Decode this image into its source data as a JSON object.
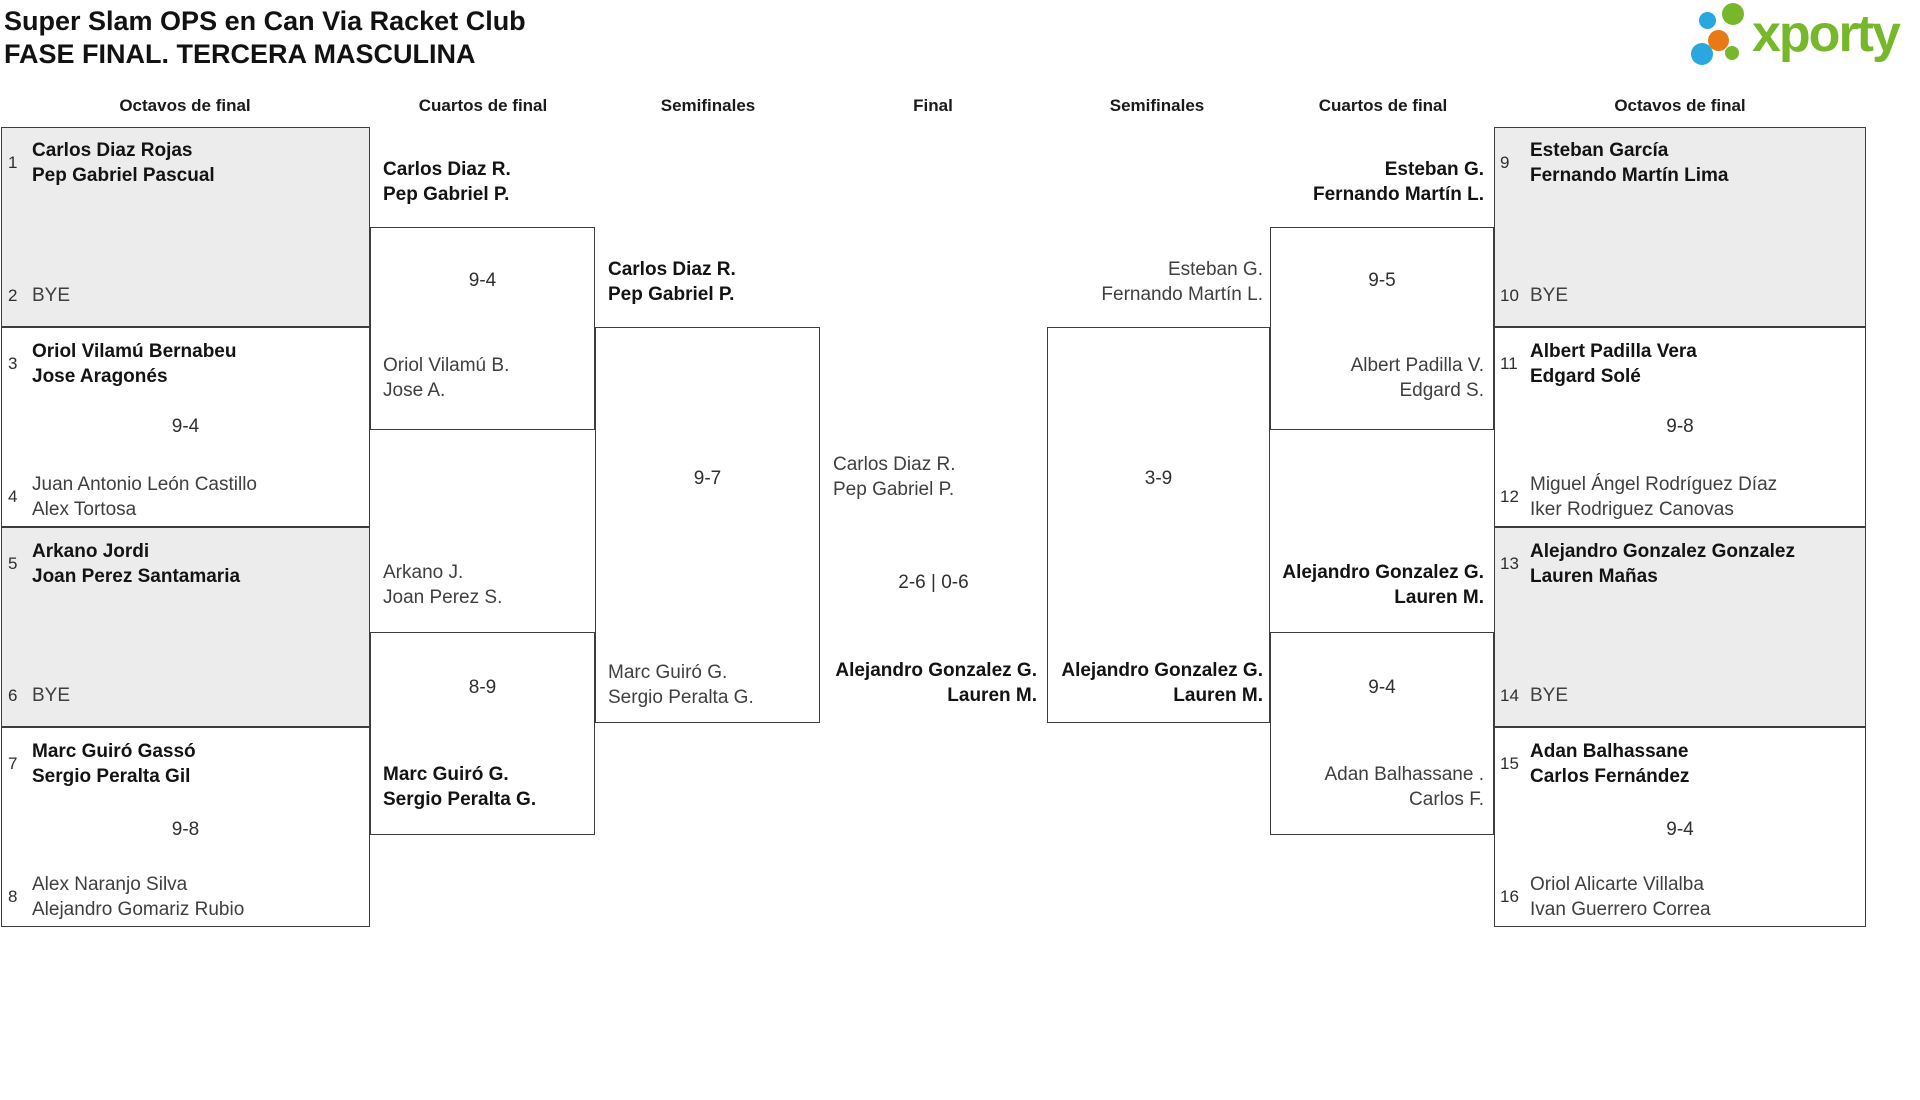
{
  "title": {
    "line1": "Super Slam OPS en Can Via Racket Club",
    "line2": "FASE FINAL. TERCERA MASCULINA"
  },
  "logo": {
    "text": "xporty",
    "green": "#76b82a",
    "blue": "#29a8e0",
    "orange": "#e87a16"
  },
  "round_headers": {
    "octavos_left": "Octavos de final",
    "cuartos_left": "Cuartos de final",
    "semi_left": "Semifinales",
    "final": "Final",
    "semi_right": "Semifinales",
    "cuartos_right": "Cuartos de final",
    "octavos_right": "Octavos de final"
  },
  "octavos_left": {
    "m1": {
      "top": {
        "seed": "1",
        "line1": "Carlos Diaz Rojas",
        "line2": "Pep Gabriel Pascual"
      },
      "bottom": {
        "seed": "2",
        "line1": "BYE"
      }
    },
    "m2": {
      "top": {
        "seed": "3",
        "line1": "Oriol Vilamú Bernabeu",
        "line2": "Jose Aragonés"
      },
      "score": "9-4",
      "bottom": {
        "seed": "4",
        "line1": "Juan Antonio León Castillo",
        "line2": "Alex Tortosa"
      }
    },
    "m3": {
      "top": {
        "seed": "5",
        "line1": "Arkano Jordi",
        "line2": "Joan Perez Santamaria"
      },
      "bottom": {
        "seed": "6",
        "line1": "BYE"
      }
    },
    "m4": {
      "top": {
        "seed": "7",
        "line1": "Marc Guiró Gassó",
        "line2": "Sergio Peralta Gil"
      },
      "score": "9-8",
      "bottom": {
        "seed": "8",
        "line1": "Alex Naranjo Silva",
        "line2": "Alejandro Gomariz Rubio"
      }
    }
  },
  "cuartos_left": {
    "m1": {
      "top": {
        "line1": "Carlos Diaz R.",
        "line2": "Pep Gabriel P."
      },
      "score": "9-4",
      "bottom": {
        "line1": "Oriol Vilamú B.",
        "line2": "Jose A."
      }
    },
    "m2": {
      "top": {
        "line1": "Arkano J.",
        "line2": "Joan Perez S."
      },
      "score": "8-9",
      "bottom": {
        "line1": "Marc Guiró G.",
        "line2": "Sergio Peralta G."
      }
    }
  },
  "semifinal_left": {
    "top": {
      "line1": "Carlos Diaz R.",
      "line2": "Pep Gabriel P."
    },
    "score": "9-7",
    "bottom": {
      "line1": "Marc Guiró G.",
      "line2": "Sergio Peralta G."
    }
  },
  "final": {
    "top": {
      "line1": "Carlos Diaz R.",
      "line2": "Pep Gabriel P."
    },
    "score": "2-6 | 0-6",
    "bottom": {
      "line1": "Alejandro Gonzalez G.",
      "line2": "Lauren M."
    }
  },
  "semifinal_right": {
    "top": {
      "line1": "Esteban G.",
      "line2": "Fernando Martín L."
    },
    "score": "3-9",
    "bottom": {
      "line1": "Alejandro Gonzalez G.",
      "line2": "Lauren M."
    }
  },
  "cuartos_right": {
    "m1": {
      "top": {
        "line1": "Esteban G.",
        "line2": "Fernando Martín L."
      },
      "score": "9-5",
      "bottom": {
        "line1": "Albert Padilla V.",
        "line2": "Edgard S."
      }
    },
    "m2": {
      "top": {
        "line1": "Alejandro Gonzalez G.",
        "line2": "Lauren M."
      },
      "score": "9-4",
      "bottom": {
        "line1": "Adan Balhassane .",
        "line2": "Carlos F."
      }
    }
  },
  "octavos_right": {
    "m1": {
      "top": {
        "seed": "9",
        "line1": "Esteban García",
        "line2": "Fernando Martín Lima"
      },
      "bottom": {
        "seed": "10",
        "line1": "BYE"
      }
    },
    "m2": {
      "top": {
        "seed": "11",
        "line1": "Albert Padilla Vera",
        "line2": "Edgard Solé"
      },
      "score": "9-8",
      "bottom": {
        "seed": "12",
        "line1": "Miguel Ángel Rodríguez Díaz",
        "line2": "Iker Rodriguez Canovas"
      }
    },
    "m3": {
      "top": {
        "seed": "13",
        "line1": "Alejandro Gonzalez Gonzalez",
        "line2": "Lauren Mañas"
      },
      "bottom": {
        "seed": "14",
        "line1": "BYE"
      }
    },
    "m4": {
      "top": {
        "seed": "15",
        "line1": "Adan Balhassane",
        "line2": "Carlos Fernández"
      },
      "score": "9-4",
      "bottom": {
        "seed": "16",
        "line1": "Oriol Alicarte Villalba",
        "line2": "Ivan Guerrero Correa"
      }
    }
  }
}
